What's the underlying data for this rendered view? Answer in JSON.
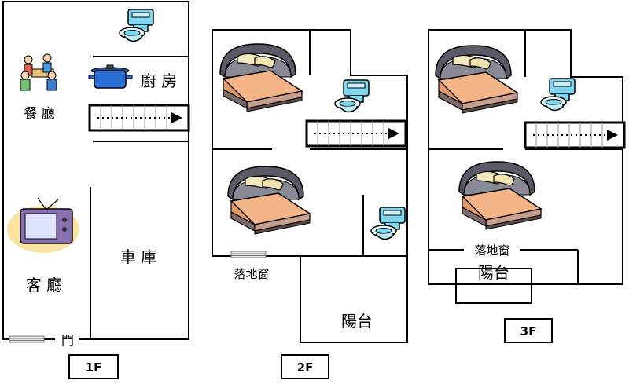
{
  "floors": [
    {
      "tag": "1F"
    },
    {
      "tag": "2F"
    },
    {
      "tag": "3F"
    }
  ],
  "rooms": {
    "dining": "餐 廳",
    "kitchen": "廚 房",
    "living": "客 廳",
    "garage": "車 庫",
    "door": "門",
    "window_2f": "落地窗",
    "balcony_2f": "陽台",
    "window_3f": "落地窗",
    "balcony_3f": "陽台"
  },
  "colors": {
    "wall": "#000000",
    "toilet": "#7fd6ef",
    "bed_blanket": "#f3b487",
    "bed_headboard": "#5a5a66",
    "pot": "#2a6fd6",
    "tv_glow": "#f5c542"
  }
}
